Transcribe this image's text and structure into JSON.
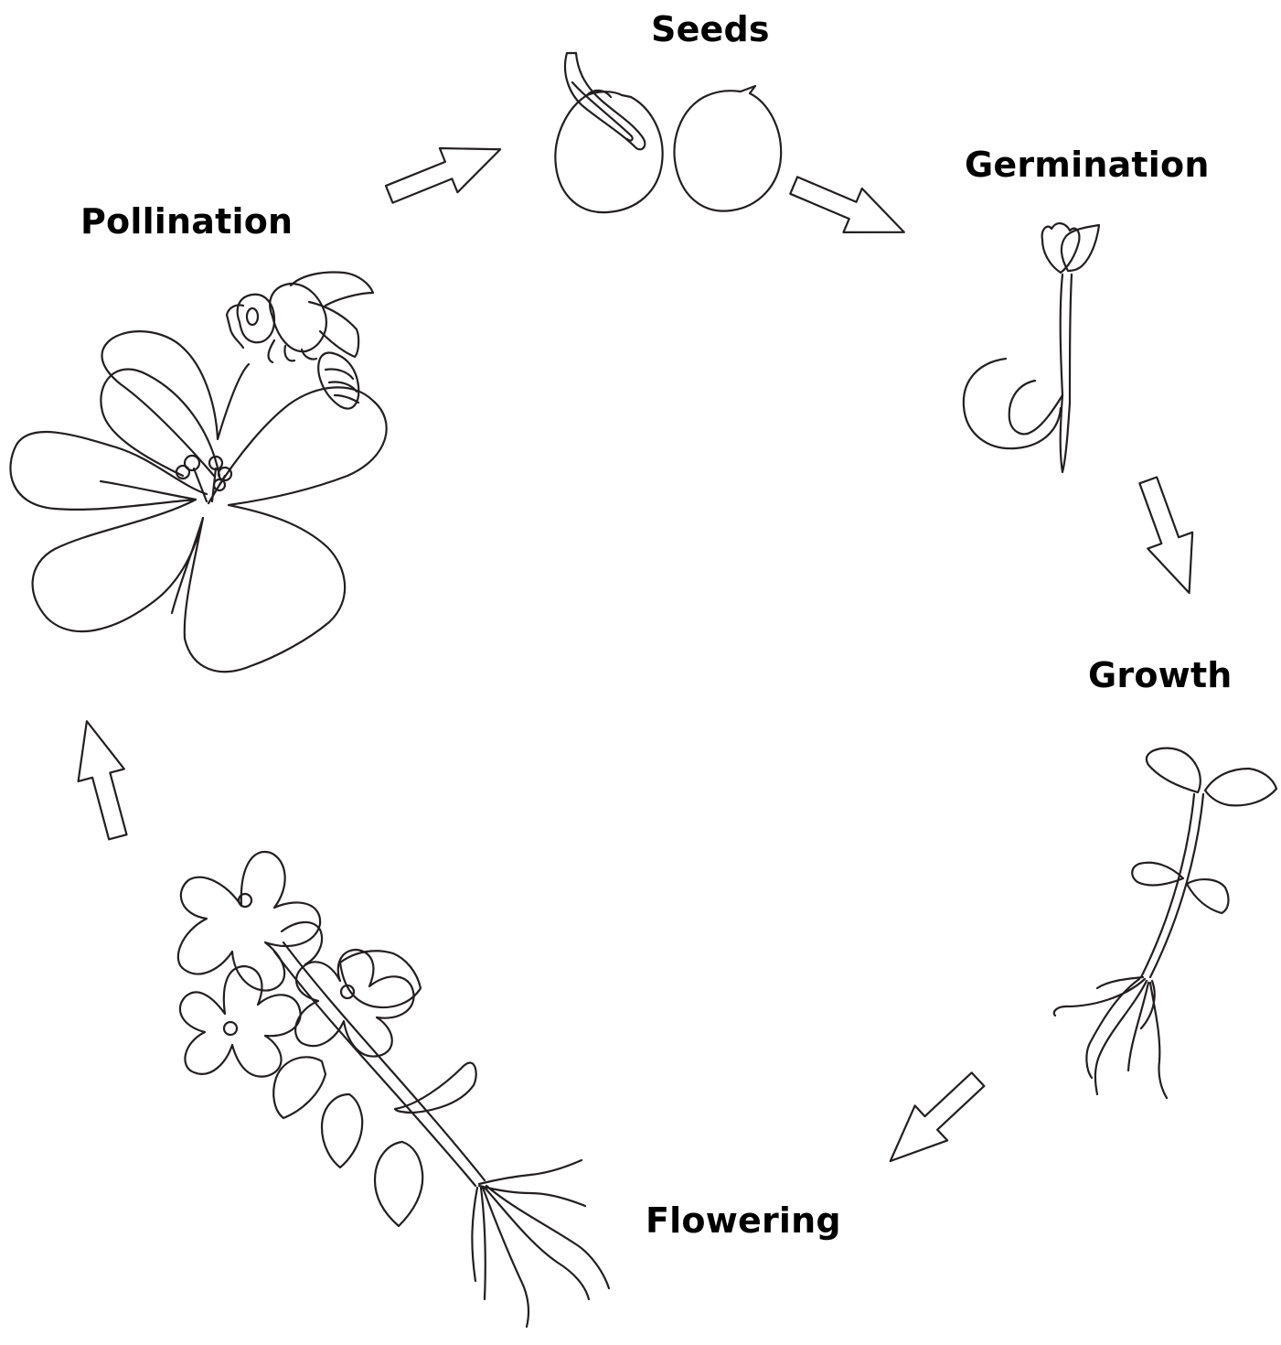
{
  "diagram": {
    "stages": [
      {
        "id": "seeds",
        "label": "Seeds"
      },
      {
        "id": "germination",
        "label": "Germination"
      },
      {
        "id": "growth",
        "label": "Growth"
      },
      {
        "id": "flowering",
        "label": "Flowering"
      },
      {
        "id": "pollination",
        "label": "Pollination"
      }
    ],
    "colors": {
      "stroke": "#231f20",
      "fill": "#ffffff",
      "background": "#ffffff"
    }
  }
}
